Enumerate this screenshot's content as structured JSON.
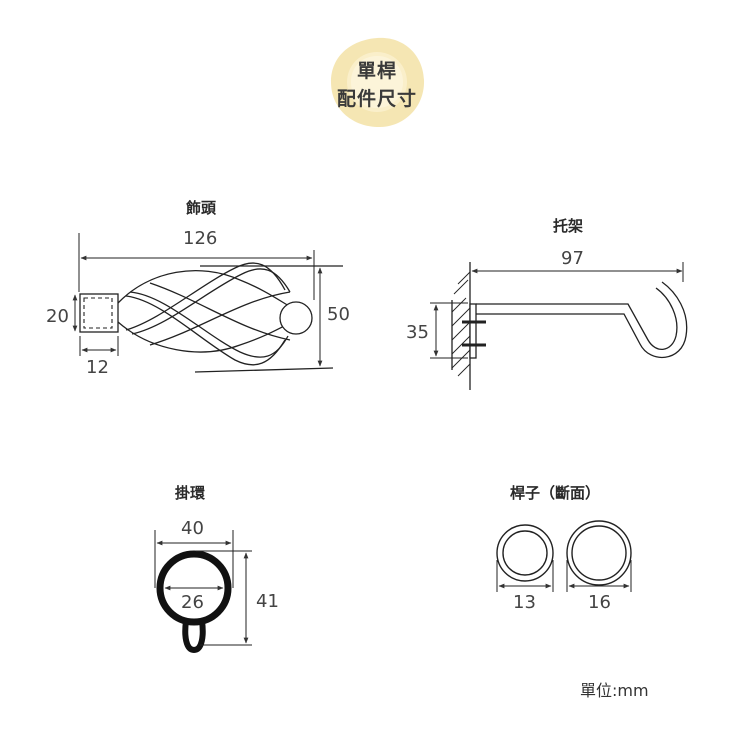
{
  "title": {
    "line1": "單桿",
    "line2": "配件尺寸"
  },
  "finial": {
    "label": "飾頭",
    "length": "126",
    "height": "50",
    "socket_height": "20",
    "socket_depth": "12"
  },
  "bracket": {
    "label": "托架",
    "length": "97",
    "height": "35"
  },
  "ring": {
    "label": "掛環",
    "outer": "40",
    "inner": "26",
    "height": "41"
  },
  "rod": {
    "label": "桿子（斷面）",
    "small": "13",
    "large": "16"
  },
  "unit_label": "單位:mm",
  "colors": {
    "badge": "#f3e2a6",
    "line": "#222222"
  }
}
